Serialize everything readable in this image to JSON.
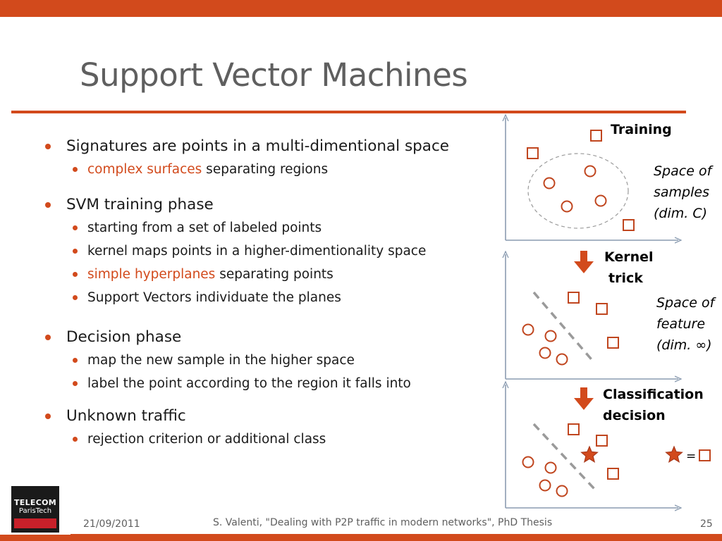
{
  "slide": {
    "title": "Support Vector Machines",
    "accent_color": "#d24a1c"
  },
  "bullets": {
    "b1": "Signatures are points in a multi-dimentional space",
    "b1_sub1_hl": "complex surfaces",
    "b1_sub1_rest": " separating regions",
    "b2": "SVM training phase",
    "b2_sub1": "starting from a set of labeled points",
    "b2_sub2": "kernel maps points in a higher-dimentionality space",
    "b2_sub3_hl": "simple hyperplanes",
    "b2_sub3_rest": " separating points",
    "b2_sub4": "Support Vectors individuate the planes",
    "b3": "Decision phase",
    "b3_sub1": "map the new sample in the higher space",
    "b3_sub2": "label the point according to the region it falls into",
    "b4": "Unknown traffic",
    "b4_sub1": "rejection criterion or additional class"
  },
  "diagram": {
    "training_label": "Training",
    "space1": [
      "Space of",
      "samples",
      "(dim. C)"
    ],
    "kernel_label": [
      "Kernel",
      "trick"
    ],
    "space2": [
      "Space of",
      "feature",
      "(dim. ∞)"
    ],
    "classification_label": [
      "Classification",
      "decision"
    ],
    "equals": "="
  },
  "footer": {
    "date": "21/09/2011",
    "citation": "S. Valenti, \"Dealing with P2P traffic in modern networks\", PhD Thesis",
    "page": "25"
  },
  "logo": {
    "line1": "TELECOM",
    "line2": "ParisTech"
  }
}
